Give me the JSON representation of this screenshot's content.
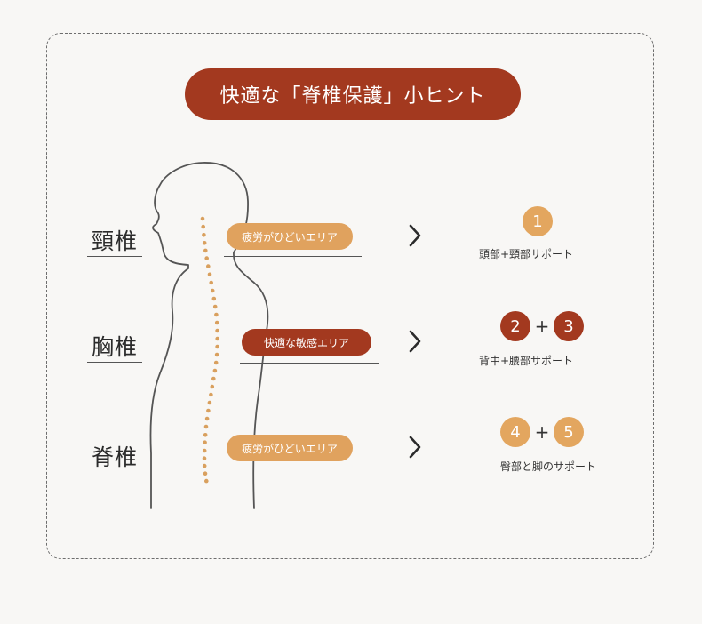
{
  "title": "快適な「脊椎保護」小ヒント",
  "colors": {
    "accent_red": "#a3391f",
    "accent_orange": "#e0a25e",
    "spine_dots": "#d9a05e"
  },
  "regions": [
    {
      "label": "頸椎",
      "area": "疲労がひどいエリア",
      "area_style": "orange",
      "numbers": [
        "1"
      ],
      "number_styles": [
        "orange"
      ],
      "support": "頭部+頸部サポート"
    },
    {
      "label": "胸椎",
      "area": "快適な敏感エリア",
      "area_style": "red",
      "numbers": [
        "2",
        "3"
      ],
      "number_styles": [
        "red",
        "red"
      ],
      "support": "背中+腰部サポート"
    },
    {
      "label": "脊椎",
      "area": "疲労がひどいエリア",
      "area_style": "orange",
      "numbers": [
        "4",
        "5"
      ],
      "number_styles": [
        "orange",
        "orange"
      ],
      "support": "臀部と脚のサポート"
    }
  ],
  "plus_sign": "+",
  "icons": [
    "chevron-right-icon",
    "human-silhouette",
    "spine-dots"
  ]
}
